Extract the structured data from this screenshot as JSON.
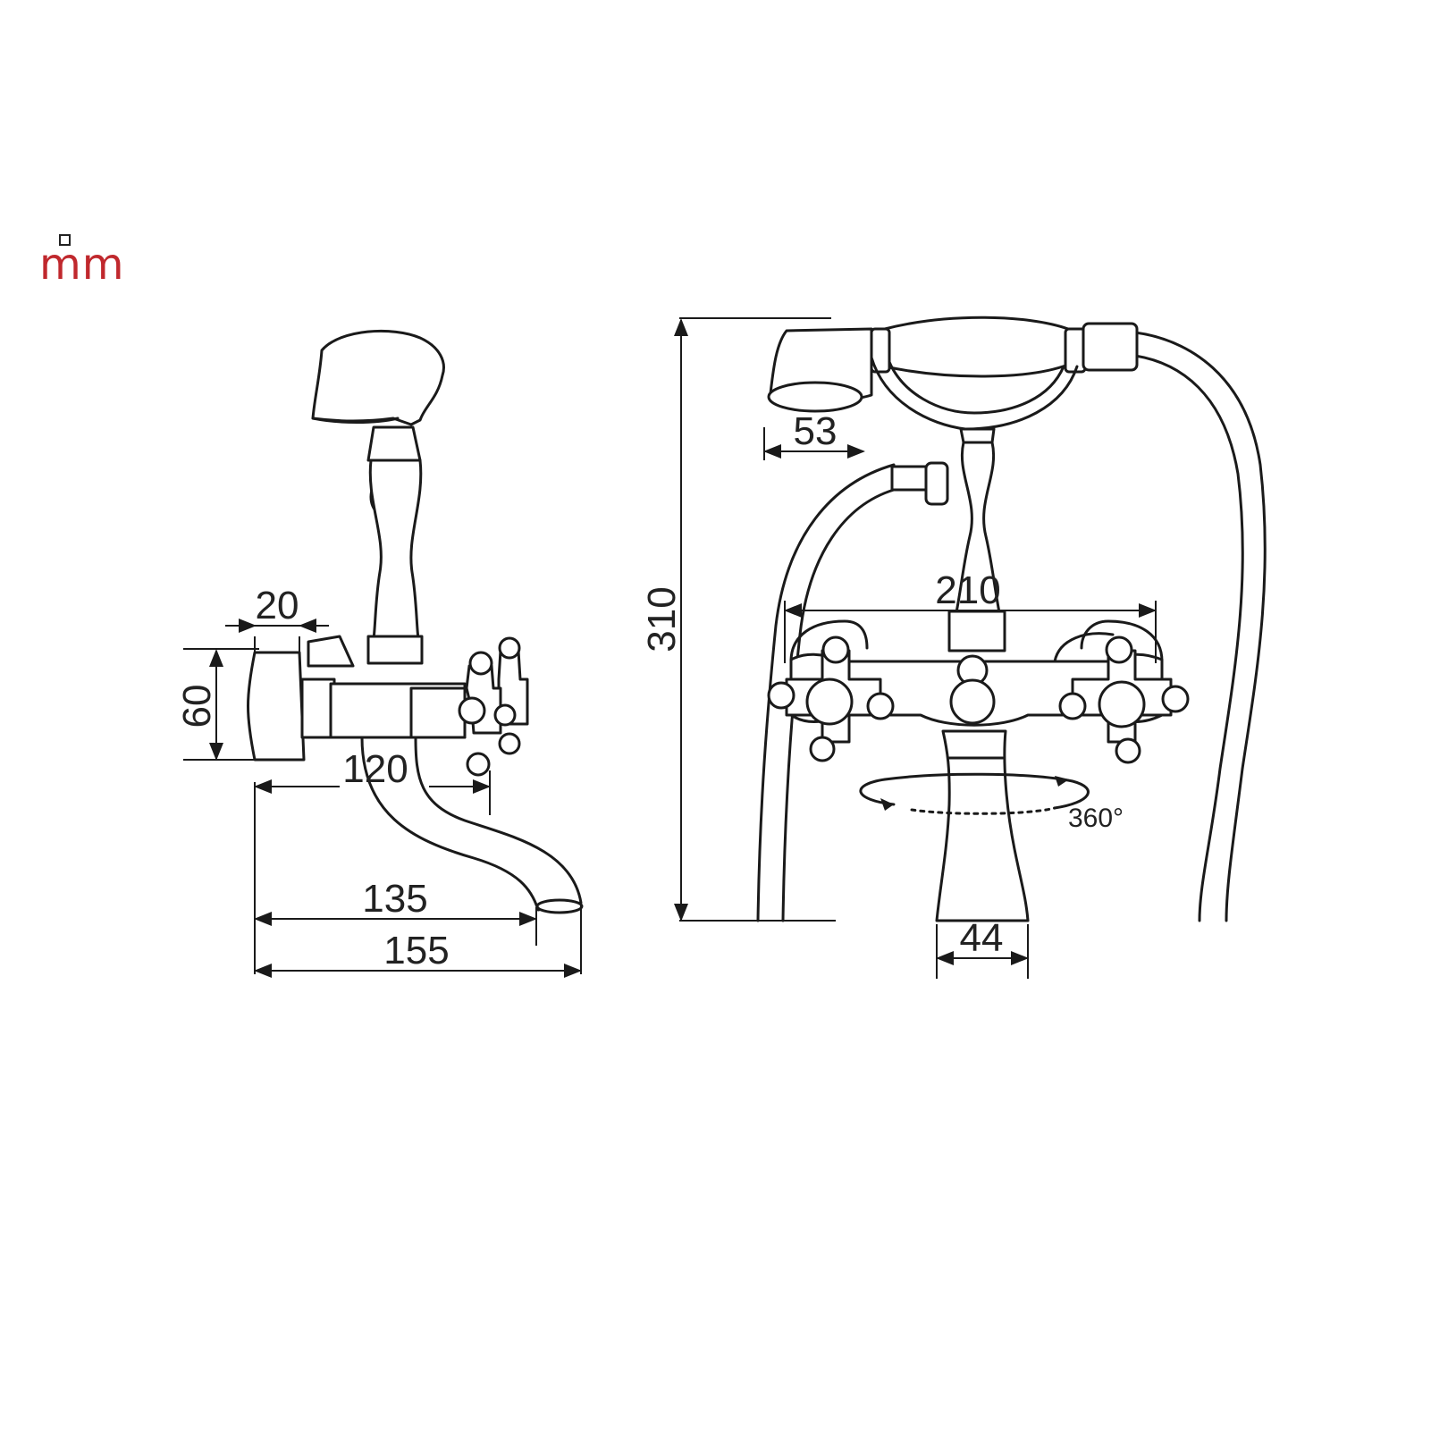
{
  "unit_label": "mm",
  "side_view": {
    "dim_wall_offset": "20",
    "dim_body_height": "60",
    "dim_spout_reach": "120",
    "dim_projection_inner": "135",
    "dim_projection_total": "155"
  },
  "front_view": {
    "dim_total_height": "310",
    "dim_handshower_width": "53",
    "dim_centers": "210",
    "dim_spout_base": "44",
    "rotation_label": "360°"
  },
  "colors": {
    "unit_text": "#c0282d",
    "line": "#1a1a1a"
  }
}
